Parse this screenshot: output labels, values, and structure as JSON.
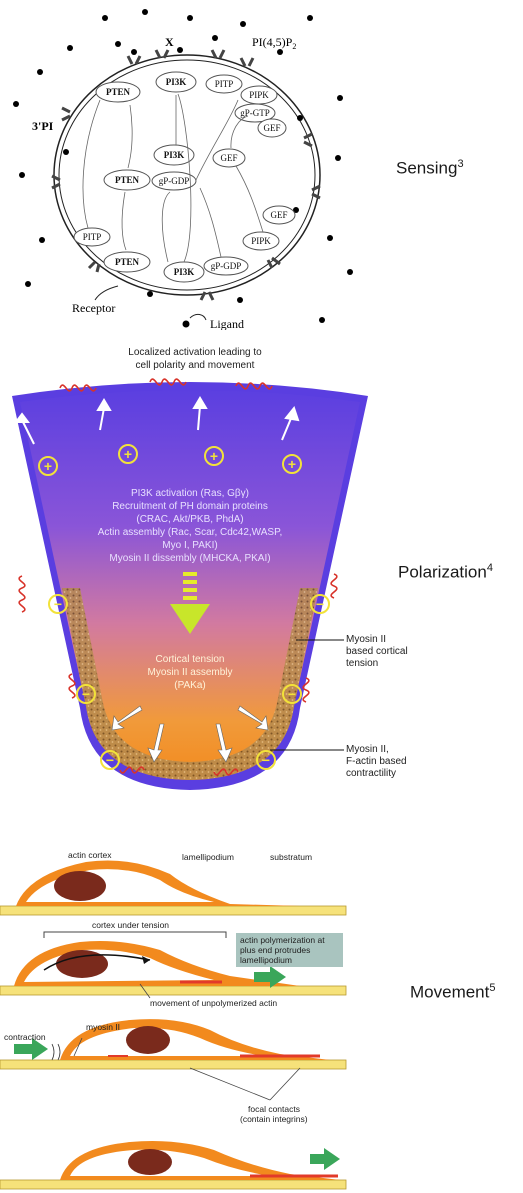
{
  "sensing": {
    "label": "Sensing",
    "ref": "3",
    "labels": {
      "x": "X",
      "pip2": "PI(4,5)P",
      "pip2_sub": "2",
      "three_pi": "3'PI",
      "pten": "PTEN",
      "pi3k": "PI3K",
      "pitp": "PITP",
      "pipk": "PIPK",
      "gp_gtp": "gP-GTP",
      "gp_gdp": "gP-GDP",
      "gef": "GEF",
      "receptor": "Receptor",
      "ligand": "Ligand"
    }
  },
  "polarization": {
    "label": "Polarization",
    "ref": "4",
    "title_line1": "Localized activation leading to",
    "title_line2": "cell polarity and movement",
    "front_lines": [
      "PI3K activation (Ras, Gβγ)",
      "Recruitment of PH domain proteins",
      "(CRAC, Akt/PKB, PhdA)",
      "Actin assembly (Rac, Scar, Cdc42,WASP,",
      "Myo I, PAKI)",
      "Myosin II dissembly (MHCKA, PKAI)"
    ],
    "rear_lines": [
      "Cortical tension",
      "Myosin II assembly",
      "(PAKa)"
    ],
    "annotation1_lines": [
      "Myosin II",
      "based cortical",
      "tension"
    ],
    "annotation2_lines": [
      "Myosin II,",
      "F-actin based",
      "contractility"
    ]
  },
  "movement": {
    "label": "Movement",
    "ref": "5",
    "labels": {
      "actin_cortex": "actin cortex",
      "lamellipodium": "lamellipodium",
      "substratum": "substratum",
      "cortex_tension": "cortex under tension",
      "polymerization_line1": "actin polymerization at",
      "polymerization_line2": "plus end protrudes",
      "polymerization_line3": "lamellipodium",
      "unpolymerized": "movement of unpolymerized actin",
      "myosin": "myosin II",
      "contraction": "contraction",
      "focal_line1": "focal contacts",
      "focal_line2": "(contain integrins)"
    }
  },
  "colors": {
    "membrane_purple": "#5a3ee0",
    "cell_orange": "#f28a1e",
    "nucleus": "#7a2a1c",
    "substratum_yellow": "#f6e27a",
    "arrow_green": "#3aa65a",
    "receptor_red": "#d8332a"
  }
}
